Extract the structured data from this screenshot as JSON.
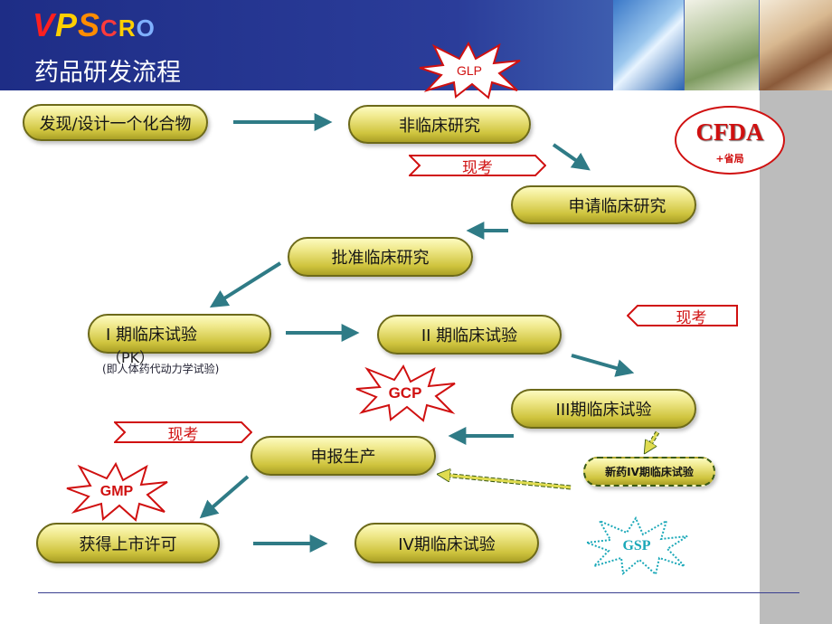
{
  "header": {
    "brand": {
      "v": "V",
      "p": "P",
      "s": "S",
      "c": "C",
      "r": "R",
      "o": "O"
    },
    "title": "药品研发流程"
  },
  "colors": {
    "header_blue": "#1e2d86",
    "pill_yellow": "#efe88a",
    "regulator_red": "#d01010",
    "arrow_teal": "#2f7b86",
    "gsp_teal": "#1aa8b8",
    "sidebar_gray": "#bcbcbc"
  },
  "flow": {
    "discover": "发现/设计一个化合物",
    "preclinical": "非临床研究",
    "apply_clinical": "申请临床研究",
    "approve_clinical": "批准临床研究",
    "phase1": "I 期临床试验",
    "phase1_pk": "（PK）",
    "phase1_note": "(即人体药代动力学试验)",
    "phase2": "II 期临床试验",
    "phase3": "III期临床试验",
    "new_drug_phase4": "新药IV期临床试验",
    "apply_production": "申报生产",
    "market_approval": "获得上市许可",
    "phase4": "IV期临床试验"
  },
  "callouts": {
    "inspection_1": "现考",
    "inspection_2": "现考",
    "inspection_3": "现考"
  },
  "standards": {
    "glp": "GLP",
    "gcp": "GCP",
    "gmp": "GMP",
    "gsp": "GSP"
  },
  "regulator": {
    "name": "CFDA",
    "sub": "+省局"
  }
}
